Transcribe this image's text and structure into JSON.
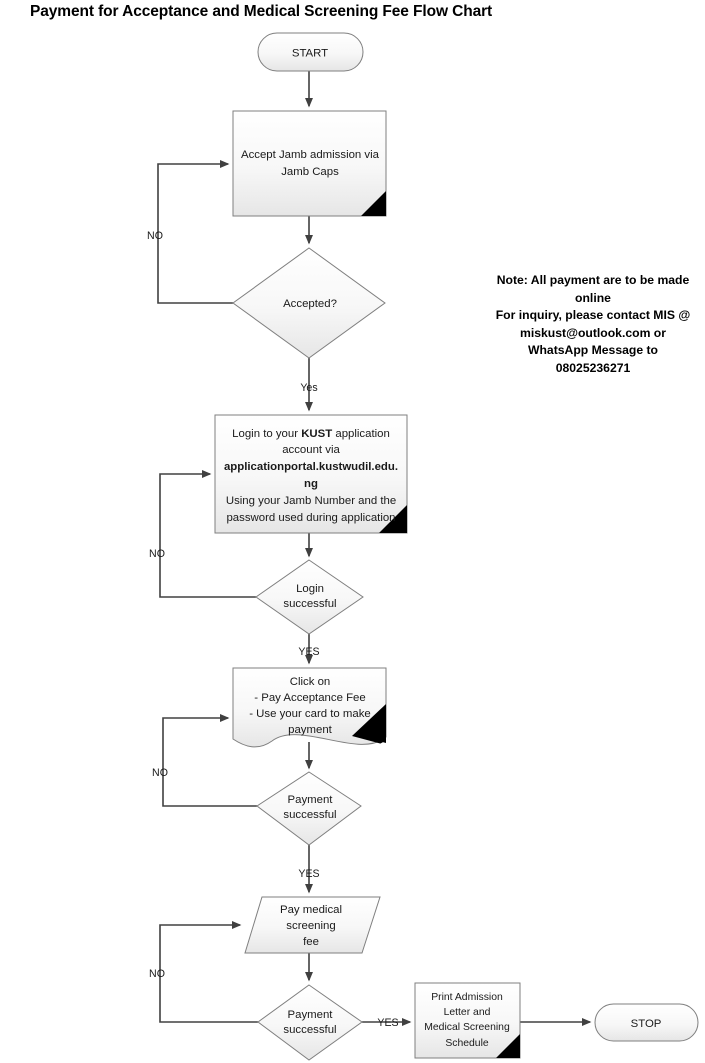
{
  "title": "Payment for Acceptance and Medical Screening Fee Flow Chart",
  "note": {
    "line1": "Note: All payment are to be made",
    "line2": "online",
    "line3": "For inquiry, please contact MIS @",
    "line4": "miskust@outlook.com or",
    "line5": "WhatsApp Message to",
    "line6": "08025236271"
  },
  "nodes": {
    "start": {
      "label": "START",
      "shape": "terminator"
    },
    "accept_jamb": {
      "line1": "Accept Jamb admission via",
      "line2": "Jamb Caps",
      "shape": "document"
    },
    "accepted_decision": {
      "label": "Accepted?",
      "shape": "decision"
    },
    "login": {
      "line1a": "Login to your ",
      "line1b": "KUST",
      "line1c": " application",
      "line2": "account via",
      "line3": "applicationportal.kustwudil.edu.",
      "line4": "ng",
      "line5": "Using your Jamb Number and the",
      "line6": "password used during application",
      "shape": "document"
    },
    "login_decision": {
      "line1": "Login",
      "line2": "successful",
      "shape": "decision"
    },
    "click_on": {
      "line1": "Click on",
      "line2": "- Pay Acceptance Fee",
      "line3": "- Use your card to make",
      "line4": "payment",
      "shape": "document"
    },
    "payment_decision_1": {
      "line1": "Payment",
      "line2": "successful",
      "shape": "decision"
    },
    "pay_medical": {
      "line1": "Pay medical",
      "line2": "screening",
      "line3": "fee",
      "shape": "parallelogram"
    },
    "payment_decision_2": {
      "line1": "Payment",
      "line2": "successful",
      "shape": "decision"
    },
    "print_admission": {
      "line1": "Print Admission",
      "line2": "Letter and",
      "line3": "Medical Screening",
      "line4": "Schedule",
      "shape": "document"
    },
    "stop": {
      "label": "STOP",
      "shape": "terminator"
    }
  },
  "edge_labels": {
    "no_1": "NO",
    "yes_accepted": "Yes",
    "no_2": "NO",
    "yes_login": "YES",
    "no_3": "NO",
    "yes_payment_1": "YES",
    "no_4": "NO",
    "yes_payment_2": "YES"
  },
  "colors": {
    "shape_fill_top": "#ffffff",
    "shape_fill_bottom": "#e8e8e8",
    "shape_stroke": "#7f7f7f",
    "connector": "#404040",
    "text": "#1a1a1a",
    "fold": "#000000",
    "background": "#ffffff"
  }
}
